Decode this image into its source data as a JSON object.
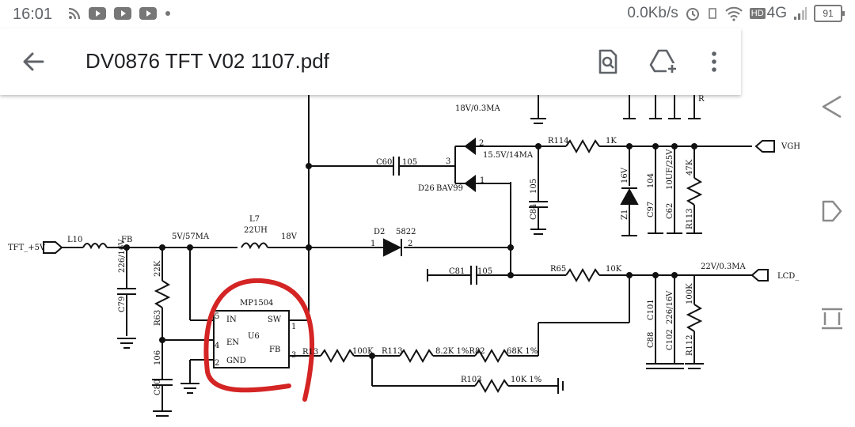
{
  "status_bar": {
    "time": "16:01",
    "left_icons": [
      "rss-icon",
      "youtube-icon",
      "youtube-icon",
      "youtube-icon",
      "dot-icon"
    ],
    "net_speed": "0.0Kb/s",
    "right_icons": [
      "alarm-icon",
      "vibrate-icon",
      "wifi-icon",
      "hd-icon",
      "signal-icon"
    ],
    "network": "4G",
    "battery": "91"
  },
  "toolbar": {
    "title": "DV0876 TFT V02 1107.pdf",
    "icons": [
      "back-arrow-icon",
      "search-document-icon",
      "drive-add-icon",
      "more-vert-icon"
    ]
  },
  "nav_bar": {
    "icons": [
      "nav-back-icon",
      "nav-home-icon",
      "nav-recents-icon"
    ]
  },
  "schematic": {
    "labels": {
      "tft_5v": "TFT_+5V",
      "l10": "L10",
      "fb": "FB",
      "c79": "C79",
      "c79_val": "226/16V",
      "r22k": "22K",
      "r63": "R63",
      "v5_57ma": "5V/57MA",
      "l7": "L7",
      "l7_val": "22UH",
      "v18": "18V",
      "mp1504": "MP1504",
      "pin_in": "IN",
      "pin_sw": "SW",
      "pin_en": "EN",
      "pin_fb": "FB",
      "pin_gnd": "GND",
      "u6": "U6",
      "p5": "5",
      "p4": "4",
      "p2": "2",
      "p1": "1",
      "p3": "3",
      "c106": "106",
      "c80": "C80",
      "r13": "R13",
      "r100k_a": "100K",
      "r113": "R113",
      "r82k": "8.2K 1%R82",
      "r68k": "68K 1%",
      "r103": "R103",
      "r10k_1": "10K 1%",
      "d2": "D2",
      "d2_val": "5822",
      "d2_p1": "1",
      "d2_p2": "2",
      "c81": "C81",
      "c81_val": "105",
      "r65": "R65",
      "r10k": "10K",
      "v22": "22V/0.3MA",
      "lcd": "LCD_",
      "c88": "C88",
      "c101": "C101",
      "c102": "C102",
      "c102_val": "226/16V",
      "r100k_b": "100K",
      "r112": "R112",
      "c60": "C60",
      "c60_val": "105",
      "d26": "D26",
      "bav99": "BAV99",
      "v155": "15.5V/14MA",
      "p2b": "2",
      "p3b": "3",
      "p1b": "1",
      "r114": "R114",
      "r1k": "1K",
      "vgh": "VGH",
      "c105": "105",
      "c84": "C84",
      "z1": "Z1",
      "z16v": "16V",
      "c97": "C97",
      "c104": "104",
      "c62": "C62",
      "c62_val": "10UF/25V",
      "r113b": "R113",
      "r47k": "47K",
      "v18_03": "18V/0.3MA",
      "r_top": "R"
    }
  }
}
